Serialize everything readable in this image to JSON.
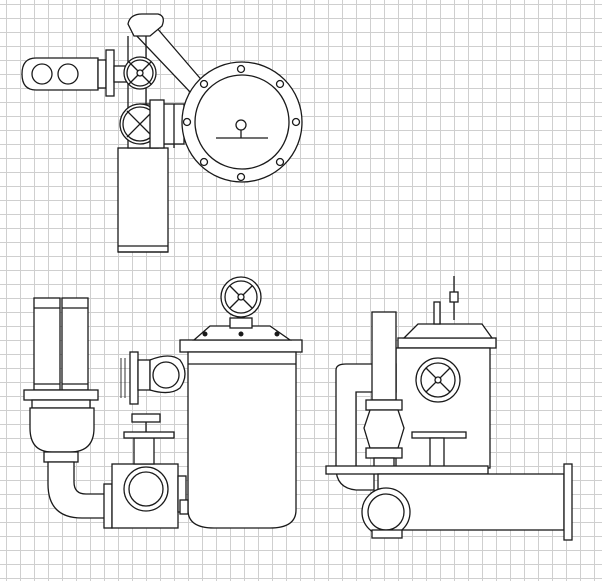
{
  "sheet": {
    "grid": "on",
    "colors": {
      "background": "#ffffff",
      "grid_line": "#cfcfcf",
      "line": "#1a1a1a"
    }
  },
  "views": [
    {
      "id": "top",
      "label": ""
    },
    {
      "id": "front",
      "label": ""
    },
    {
      "id": "side",
      "label": ""
    }
  ]
}
